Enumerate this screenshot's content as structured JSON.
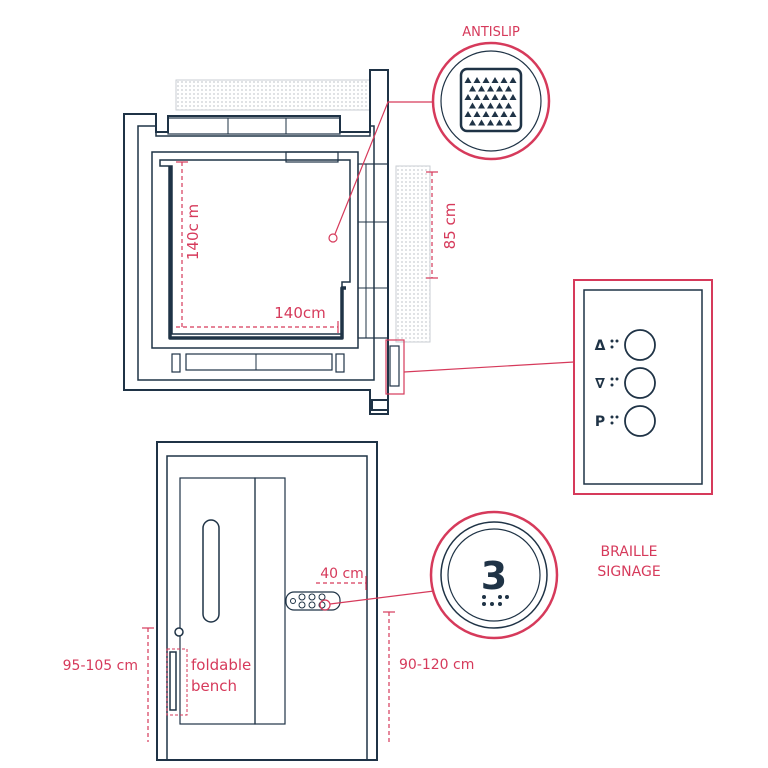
{
  "colors": {
    "line": "#1f3346",
    "accent": "#d63a5b",
    "tactile": "#c9ced3"
  },
  "labels": {
    "antislip": "ANTISLIP",
    "depth": "140c m",
    "width": "140cm",
    "door_clearance": "85 cm",
    "braille_line1": "BRAILLE",
    "braille_line2": "SIGNAGE",
    "panel_offset": "40 cm",
    "bench_height": "95-105 cm",
    "bench_line1": "foldable",
    "bench_line2": "bench",
    "panel_height": "90-120 cm",
    "floor_number": "3"
  },
  "call_panel": {
    "buttons": [
      {
        "symbol": "Δ",
        "icon": "up-arrow-icon"
      },
      {
        "symbol": "∇",
        "icon": "down-arrow-icon"
      },
      {
        "symbol": "P",
        "icon": "parking-icon"
      }
    ]
  }
}
